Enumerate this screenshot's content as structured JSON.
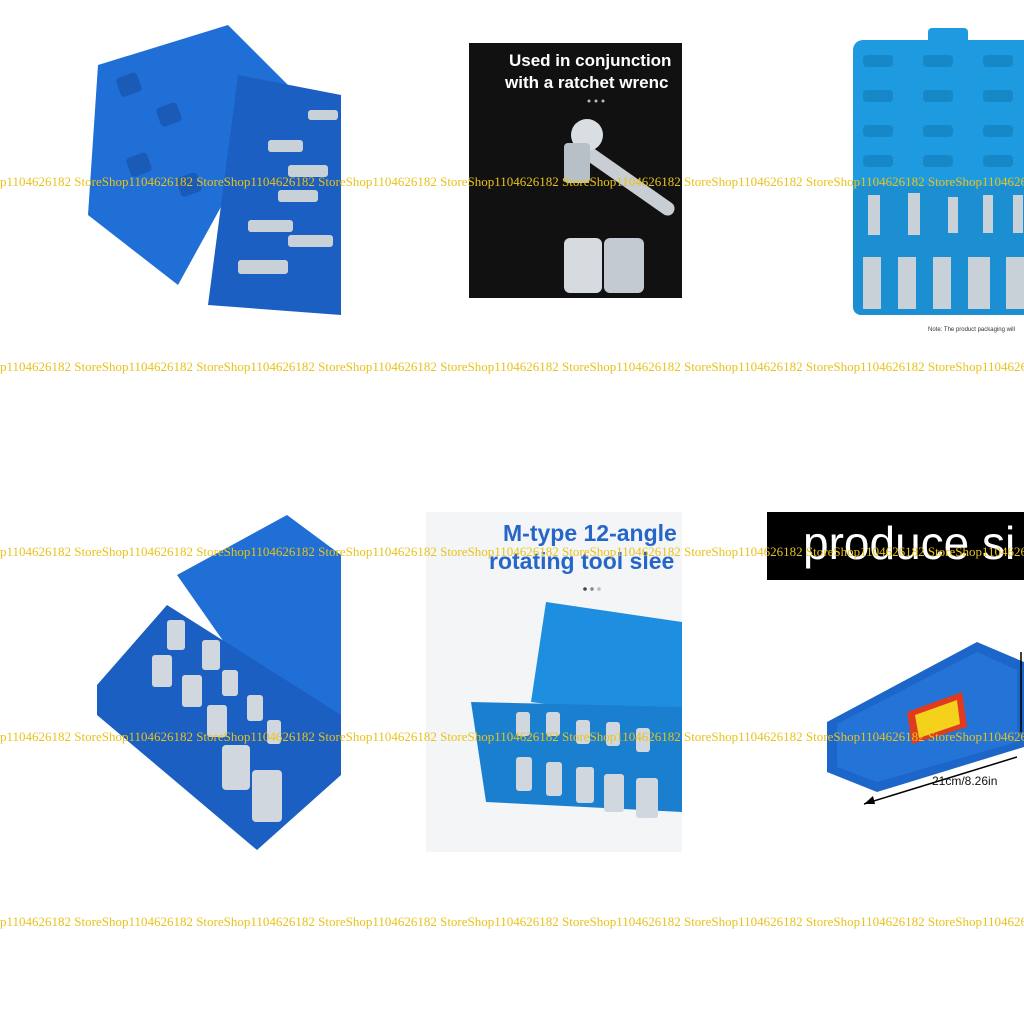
{
  "watermark": {
    "text": "p1104626182 StoreShop1104626182 StoreShop1104626182 StoreShop1104626182 StoreShop1104626182 StoreShop1104626182 StoreShop1104626182 StoreShop1104626182 StoreShop1104626182"
  },
  "tiles": {
    "ratchet": {
      "line1": "Used in conjunction",
      "line2": "with a ratchet wrenc"
    },
    "open_case_note": "Note: The product packaging will",
    "mtype": {
      "line1": "M-type 12-angle",
      "line2": "rotating tool slee"
    },
    "size": {
      "header": "produce si",
      "width_label": "21cm/8.26in"
    }
  },
  "colors": {
    "case_blue": "#1f6fd6",
    "light_blue": "#1e9be0",
    "watermark": "#e8c21c",
    "dark_bg": "#111111",
    "heading_blue": "#2566c8"
  }
}
